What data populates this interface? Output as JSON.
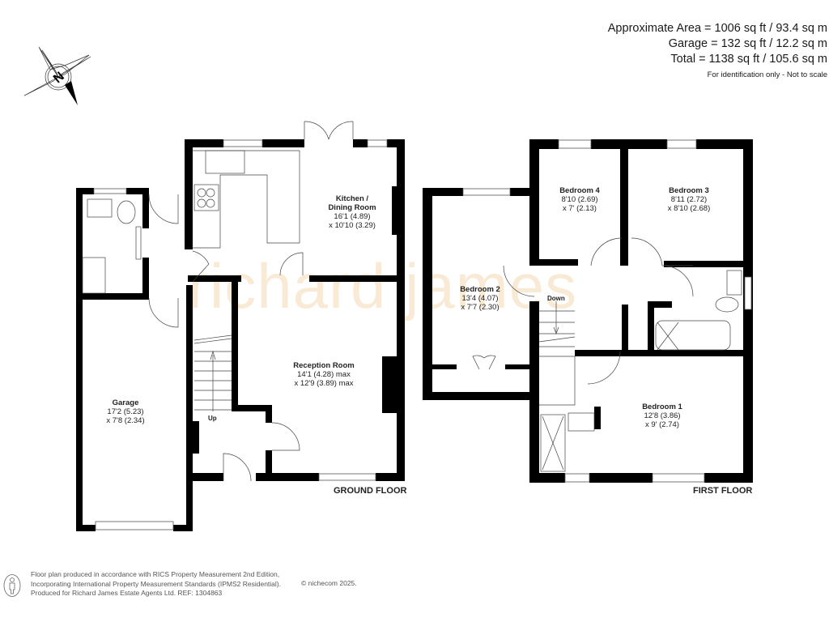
{
  "area_info": {
    "approximate_area": "Approximate Area = 1006 sq ft / 93.4 sq m",
    "garage": "Garage = 132 sq ft / 12.2 sq m",
    "total": "Total = 1138 sq ft / 105.6 sq m",
    "note": "For identification only - Not to scale"
  },
  "compass": {
    "label": "N"
  },
  "watermark": "richard james",
  "ground_floor": {
    "label": "GROUND FLOOR",
    "stairs_label": "Up",
    "rooms": [
      {
        "name": "Kitchen /",
        "name2": "Dining Room",
        "dim1": "16'1 (4.89)",
        "dim2": "x 10'10 (3.29)"
      },
      {
        "name": "Reception Room",
        "dim1": "14'1 (4.28) max",
        "dim2": "x 12'9 (3.89) max"
      },
      {
        "name": "Garage",
        "dim1": "17'2 (5.23)",
        "dim2": "x 7'8 (2.34)"
      }
    ]
  },
  "first_floor": {
    "label": "FIRST FLOOR",
    "stairs_label": "Down",
    "rooms": [
      {
        "name": "Bedroom 4",
        "dim1": "8'10 (2.69)",
        "dim2": "x 7' (2.13)"
      },
      {
        "name": "Bedroom 3",
        "dim1": "8'11 (2.72)",
        "dim2": "x 8'10 (2.68)"
      },
      {
        "name": "Bedroom 2",
        "dim1": "13'4 (4.07)",
        "dim2": "x 7'7 (2.30)"
      },
      {
        "name": "Bedroom 1",
        "dim1": "12'8 (3.86)",
        "dim2": "x 9' (2.74)"
      }
    ]
  },
  "footer": {
    "line1": "Floor plan produced in accordance with RICS Property Measurement 2nd Edition,",
    "line2": "Incorporating International Property Measurement Standards (IPMS2 Residential).",
    "line3": "Produced for Richard James Estate Agents Ltd.   REF: 1304863",
    "copyright": "© nichecom 2025."
  },
  "colors": {
    "wall": "#000000",
    "watermark": "#f0c48a",
    "text": "#222222"
  }
}
